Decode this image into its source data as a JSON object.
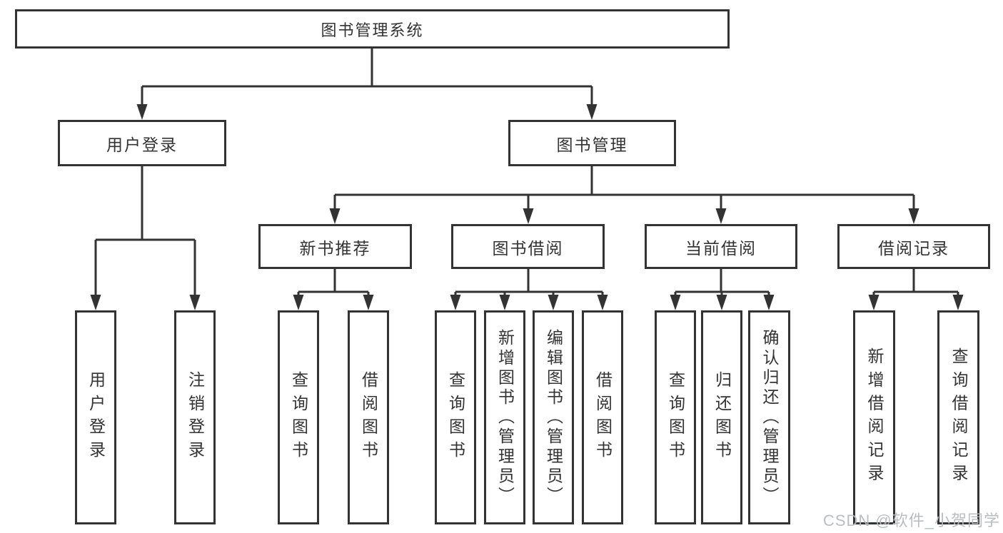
{
  "tree": {
    "root": "图书管理系统",
    "branches": [
      {
        "label": "用户登录",
        "children": [
          {
            "label": "用户登录"
          },
          {
            "label": "注销登录"
          }
        ]
      },
      {
        "label": "图书管理",
        "children": [
          {
            "label": "新书推荐",
            "children": [
              {
                "label": "查询图书"
              },
              {
                "label": "借阅图书"
              }
            ]
          },
          {
            "label": "图书借阅",
            "children": [
              {
                "label": "查询图书"
              },
              {
                "label": "新增图书（管理员）"
              },
              {
                "label": "编辑图书（管理员）"
              },
              {
                "label": "借阅图书"
              }
            ]
          },
          {
            "label": "当前借阅",
            "children": [
              {
                "label": "查询图书"
              },
              {
                "label": "归还图书"
              },
              {
                "label": "确认归还（管理员）"
              }
            ]
          },
          {
            "label": "借阅记录",
            "children": [
              {
                "label": "新增借阅记录"
              },
              {
                "label": "查询借阅记录"
              }
            ]
          }
        ]
      }
    ]
  },
  "watermark": "CSDN @软件_小贺同学",
  "colors": {
    "line": "#333333",
    "box_border": "#333333",
    "text": "#333333",
    "background": "#ffffff",
    "watermark": "#b6babf"
  }
}
